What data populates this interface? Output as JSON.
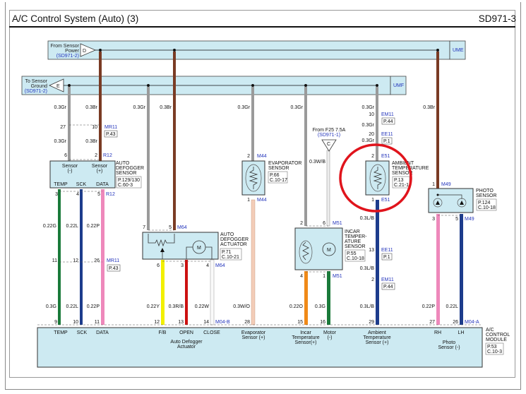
{
  "header": {
    "title": "A/C Control System (Auto) (3)",
    "page_code": "SD971-3"
  },
  "buses": {
    "power": {
      "label_lines": [
        "From Sensor",
        "Power",
        "(SD971-2)"
      ],
      "connector": "D",
      "tag": "UME"
    },
    "ground": {
      "label_lines": [
        "To Sensor",
        "Ground",
        "(SD971-2)"
      ],
      "connector": "E",
      "tag": "UMF"
    }
  },
  "fuse_feed": {
    "label_lines": [
      "From F25 7.5A",
      "(SD971-1)"
    ],
    "connector": "C"
  },
  "components": {
    "auto_defogger_sensor": {
      "name_lines": [
        "AUTO",
        "DEFOGGER",
        "SENSOR"
      ],
      "ref_lines": [
        "P.129/130",
        "C.60-3"
      ],
      "pins_top": [
        "Sensor",
        "(-)",
        "Sensor",
        "(+)"
      ],
      "pins_bottom": [
        "TEMP",
        "SCK",
        "DATA"
      ]
    },
    "auto_defogger_actuator": {
      "name_lines": [
        "AUTO",
        "DEFOGGER",
        "ACTUATOR"
      ],
      "ref_lines": [
        "P.71",
        "C.10-21"
      ]
    },
    "evaporator_sensor": {
      "name_lines": [
        "EVAPORATOR",
        "SENSOR"
      ],
      "ref_lines": [
        "P.66",
        "C.10-17"
      ]
    },
    "incar_sensor": {
      "name_lines": [
        "INCAR",
        "TEMPER-",
        "ATURE",
        "SENSOR"
      ],
      "ref_lines": [
        "P.55",
        "C.10-18"
      ]
    },
    "ambient_sensor": {
      "name_lines": [
        "AMBIENT",
        "TEMPERATURE",
        "SENSOR"
      ],
      "ref_lines": [
        "P.13",
        "C.21-1"
      ]
    },
    "photo_sensor": {
      "name_lines": [
        "PHOTO",
        "SENSOR"
      ],
      "ref_lines": [
        "P.124",
        "C.10-18"
      ]
    },
    "ac_module": {
      "name_lines": [
        "A/C",
        "CONTROL",
        "MODULE"
      ],
      "ref_lines": [
        "P.53",
        "C.10-3"
      ],
      "pin_labels": [
        "TEMP",
        "SCK",
        "DATA",
        "F/B",
        "OPEN",
        "CLOSE",
        "Evaporator",
        "Sensor (+)",
        "Incar",
        "Temperature",
        "Sensor(+)",
        "Motor",
        "(-)",
        "Ambient",
        "Temperature",
        "Sensor (+)",
        "RH",
        "LH"
      ],
      "group_labels": [
        "Auto Defogger",
        "Actuator",
        "Photo",
        "Sensor (-)"
      ]
    }
  },
  "connectors": [
    "MR11",
    "R12",
    "M44",
    "M64",
    "M51",
    "EM11",
    "EE11",
    "E51",
    "M49",
    "M04-B",
    "M04-A"
  ],
  "ref_tags": [
    "P.43",
    "P.43",
    "P.44",
    "P.1",
    "P.1",
    "P.44"
  ],
  "wires": [
    "0.3Gr",
    "0.3Br",
    "0.3Gr",
    "0.3Br",
    "0.3Gr",
    "0.3Gr",
    "0.3Gr",
    "0.3Br",
    "0.3Gr",
    "0.3Br",
    "0.3Gr",
    "0.3Gr",
    "0.3W/B",
    "0.22G",
    "0.22L",
    "0.22P",
    "0.3G",
    "0.22L",
    "0.22P",
    "0.22Y",
    "0.3R/B",
    "0.22W",
    "0.3W/O",
    "0.22O",
    "0.3G",
    "0.3L/B",
    "0.3L/B",
    "0.3L/B",
    "0.22P",
    "0.22L"
  ],
  "pins": [
    "27",
    "10",
    "6",
    "2",
    "3",
    "4",
    "5",
    "11",
    "12",
    "26",
    "9",
    "10",
    "11",
    "7",
    "5",
    "6",
    "3",
    "4",
    "12",
    "13",
    "14",
    "2",
    "1",
    "28",
    "2",
    "6",
    "4",
    "1",
    "15",
    "16",
    "10",
    "20",
    "2",
    "1",
    "13",
    "2",
    "29",
    "1",
    "3",
    "5",
    "27",
    "26"
  ],
  "colors": {
    "gray": "#9a9a9a",
    "brown": "#7a3b24",
    "green": "#1a7a3a",
    "blue": "#1d3c8c",
    "pink": "#ee88bb",
    "yellow": "#f2f000",
    "red": "#cc1111",
    "white": "#f4f4f4",
    "orange": "#f08a18",
    "peach": "#f3cdb8",
    "panel": "#cdeaf2",
    "highlight": "#e0141c"
  },
  "annotation": {
    "type": "highlight-circle",
    "target": "ambient_sensor"
  }
}
